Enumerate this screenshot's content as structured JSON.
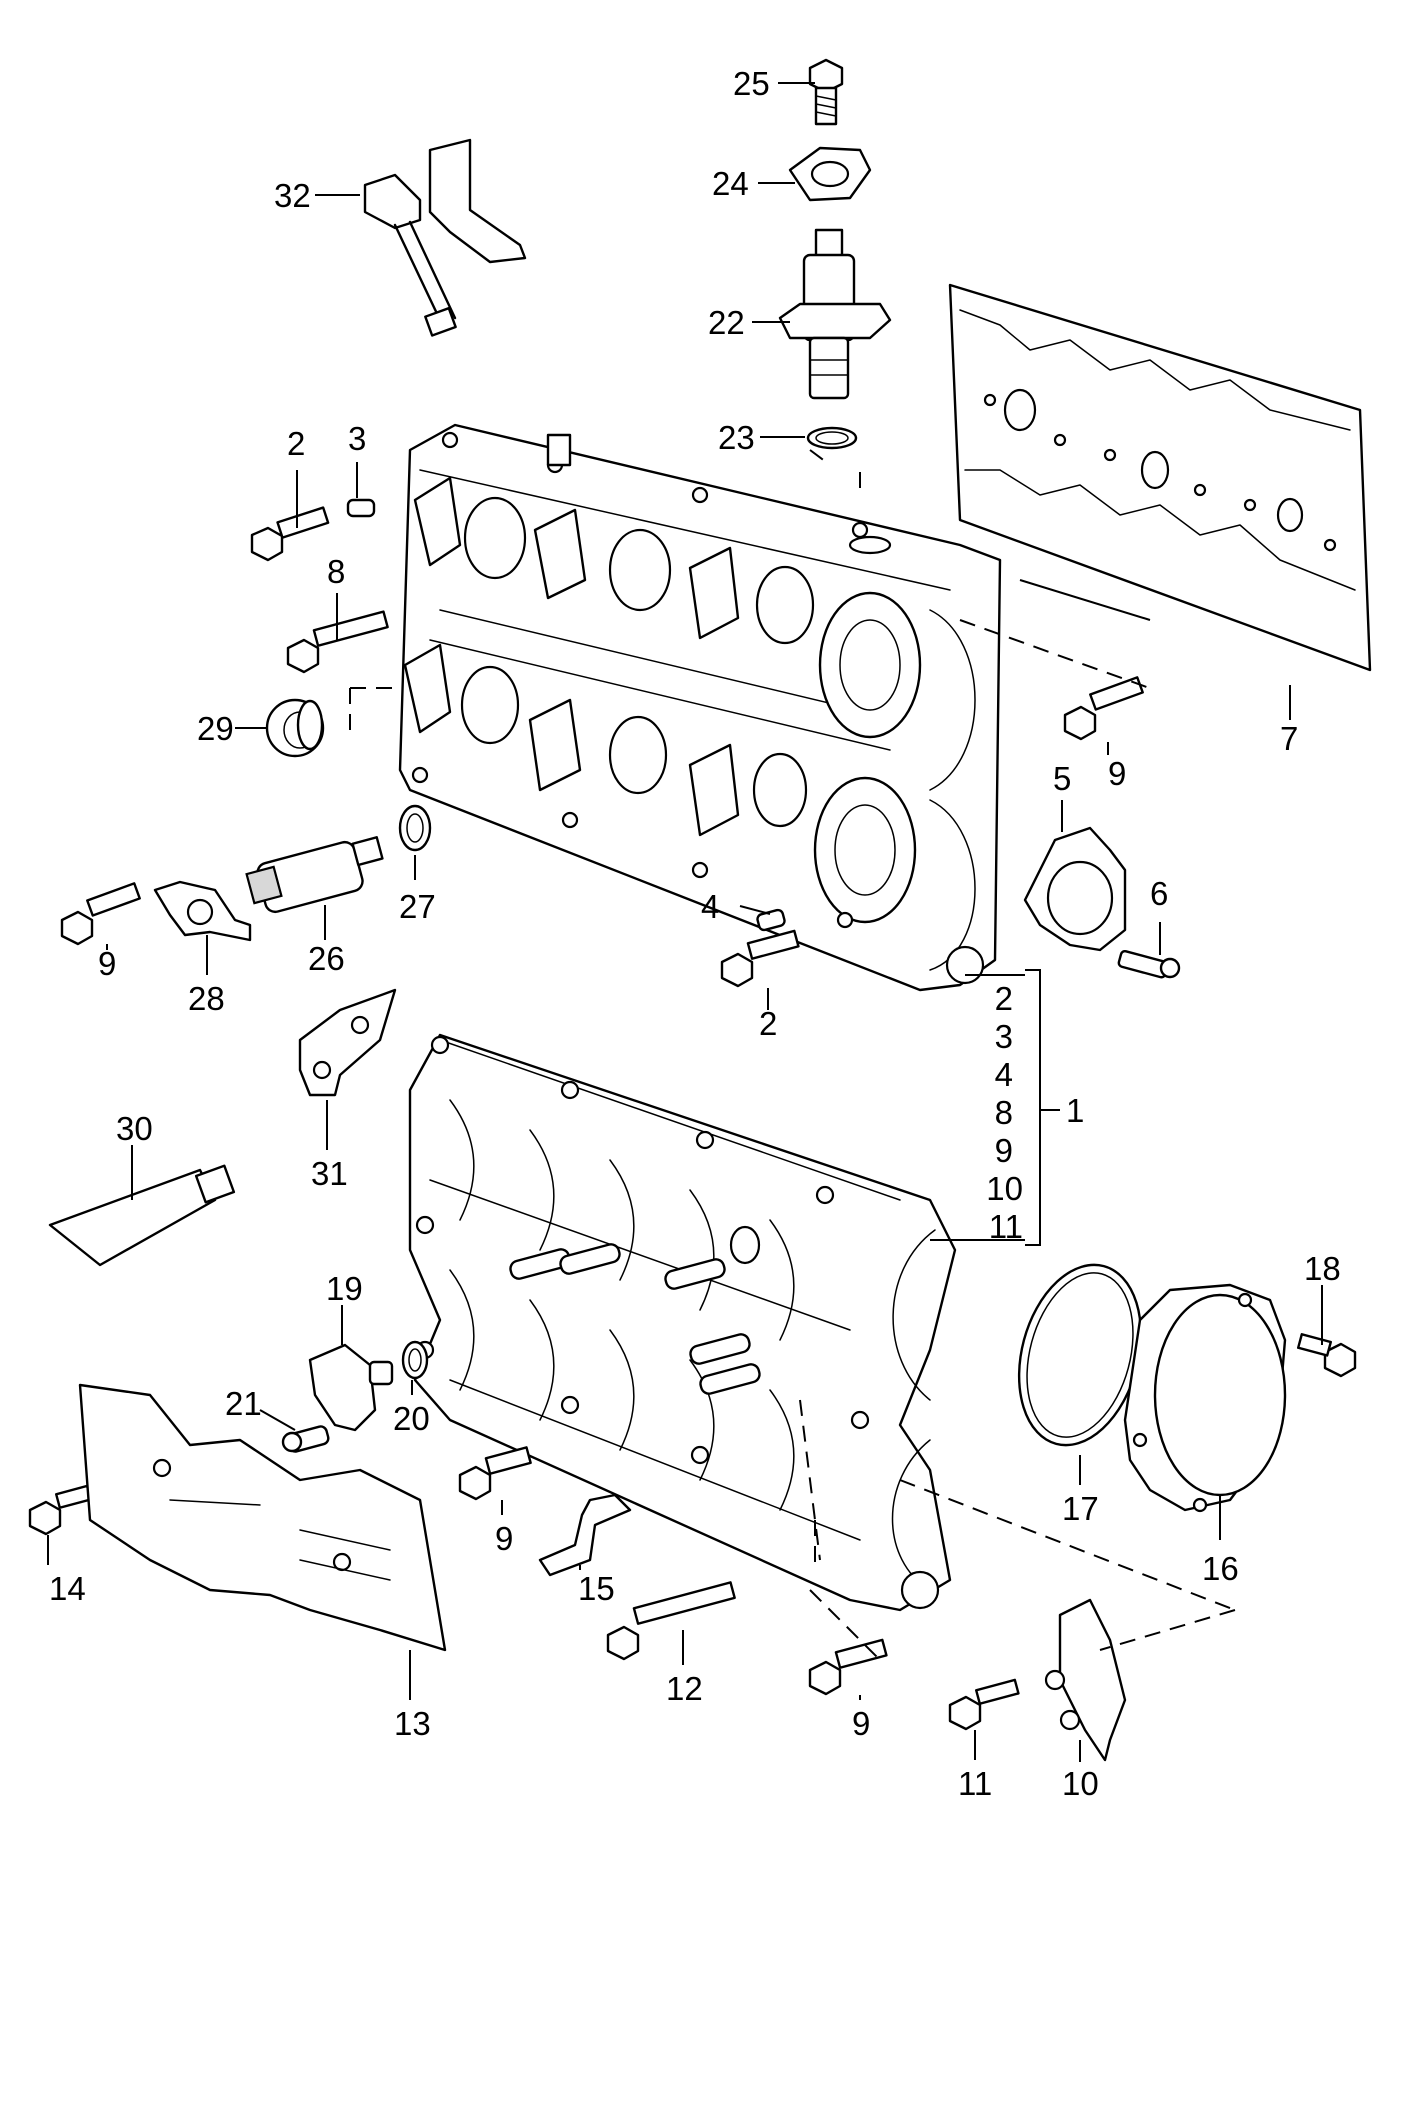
{
  "callouts": {
    "c25": "25",
    "c24": "24",
    "c22": "22",
    "c23": "23",
    "c32": "32",
    "c2a": "2",
    "c3": "3",
    "c8": "8",
    "c29": "29",
    "c27": "27",
    "c26": "26",
    "c28": "28",
    "c9a": "9",
    "c9b": "9",
    "c7": "7",
    "c5": "5",
    "c6": "6",
    "c4": "4",
    "c2b": "2",
    "c31": "31",
    "c30": "30",
    "c19": "19",
    "c21": "21",
    "c20": "20",
    "c14": "14",
    "c13": "13",
    "c9c": "9",
    "c15": "15",
    "c12": "12",
    "c9d": "9",
    "c11": "11",
    "c10": "10",
    "c17": "17",
    "c16": "16",
    "c18": "18",
    "c1": "1"
  },
  "assembly_list": [
    "2",
    "3",
    "4",
    "8",
    "9",
    "10",
    "11"
  ]
}
